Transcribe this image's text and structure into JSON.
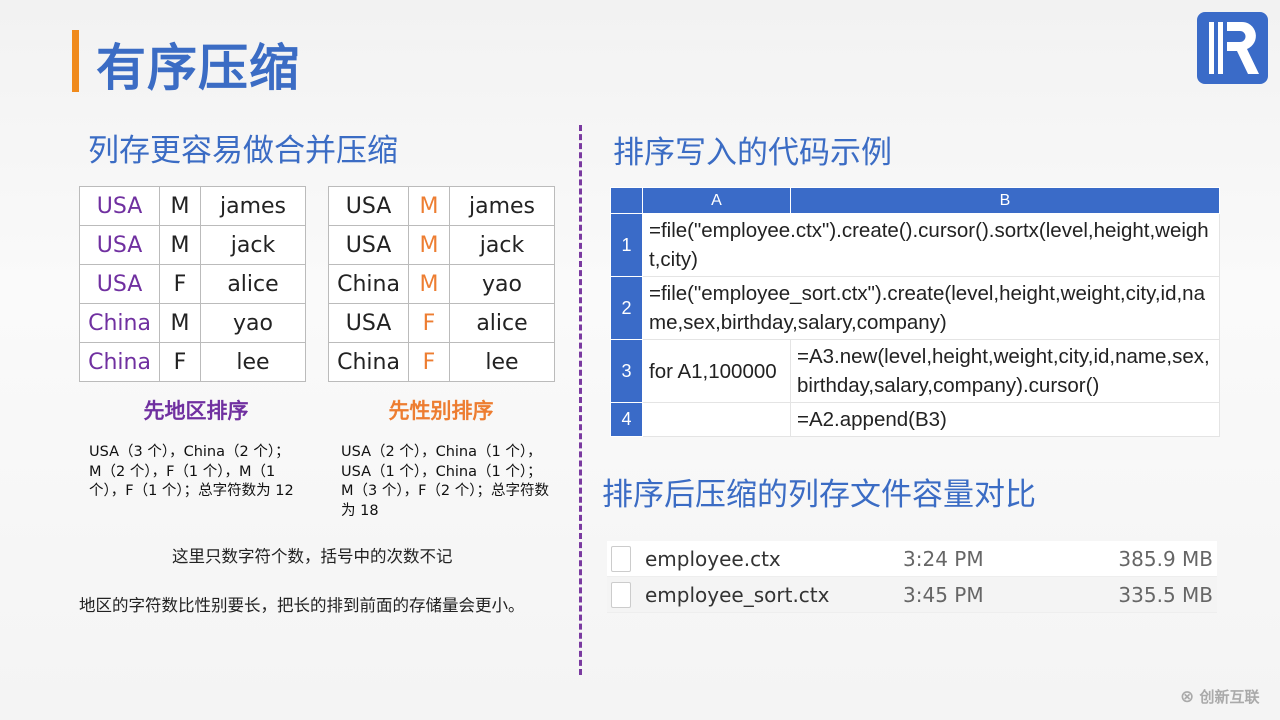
{
  "title": "有序压缩",
  "left": {
    "heading": "列存更容易做合并压缩",
    "table_region_first": [
      [
        "USA",
        "M",
        "james"
      ],
      [
        "USA",
        "M",
        "jack"
      ],
      [
        "USA",
        "F",
        "alice"
      ],
      [
        "China",
        "M",
        "yao"
      ],
      [
        "China",
        "F",
        "lee"
      ]
    ],
    "table_sex_first": [
      [
        "USA",
        "M",
        "james"
      ],
      [
        "USA",
        "M",
        "jack"
      ],
      [
        "China",
        "M",
        "yao"
      ],
      [
        "USA",
        "F",
        "alice"
      ],
      [
        "China",
        "F",
        "lee"
      ]
    ],
    "label_region_first": "先地区排序",
    "label_sex_first": "先性别排序",
    "note_region_first": "USA（3 个），China（2 个）；M（2 个），F（1 个），M（1 个），F（1 个）；总字符数为 12",
    "note_sex_first": "USA（2 个），China（1 个），USA（1 个），China（1 个）；M（3 个），F（2 个）；总字符数为 18",
    "note1": "这里只数字符个数，括号中的次数不记",
    "note2": "地区的字符数比性别要长，把长的排到前面的存储量会更小。"
  },
  "right": {
    "code_heading": "排序写入的代码示例",
    "columns": [
      "A",
      "B"
    ],
    "rows": [
      {
        "n": "1",
        "a": "=file(\"employee.ctx\").create().cursor().sortx(level,height,weight,city)",
        "b": ""
      },
      {
        "n": "2",
        "a": "=file(\"employee_sort.ctx\").create(level,height,weight,city,id,name,sex,birthday,salary,company)",
        "b": ""
      },
      {
        "n": "3",
        "a": "for A1,100000",
        "b": "=A3.new(level,height,weight,city,id,name,sex,birthday,salary,company).cursor()"
      },
      {
        "n": "4",
        "a": "",
        "b": "=A2.append(B3)"
      }
    ],
    "compare_heading": "排序后压缩的列存文件容量对比",
    "files": [
      {
        "name": "employee.ctx",
        "time": "3:24 PM",
        "size": "385.9 MB"
      },
      {
        "name": "employee_sort.ctx",
        "time": "3:45 PM",
        "size": "335.5 MB"
      }
    ]
  },
  "watermark": "创新互联",
  "colors": {
    "accent": "#f08a1c",
    "blue": "#3b6cc4",
    "purple": "#7030a0",
    "orange": "#ed7d31"
  }
}
